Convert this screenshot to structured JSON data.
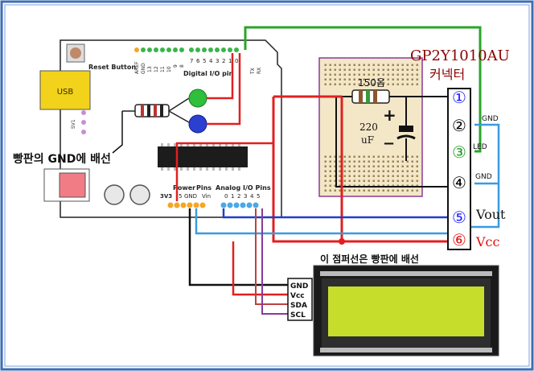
{
  "arduino": {
    "usb_label": "USB",
    "reset_label": "Reset Button",
    "digital_label": "Digital I/O pin",
    "digital_pins": [
      "AREF",
      "GND",
      "13",
      "12",
      "11",
      "10",
      "9",
      "8",
      "7",
      "6",
      "5",
      "4",
      "3",
      "2",
      "1",
      "0"
    ],
    "tx_label": "TX",
    "rx_label": "RX",
    "power_label": "Power",
    "pins_label": "Pins",
    "analog_label": "Analog I/O Pins",
    "power_pins": [
      "3V3",
      "5",
      "GND",
      "Vin"
    ],
    "analog_pins": [
      "0",
      "1",
      "2",
      "3",
      "4",
      "5"
    ],
    "sv1_label": "SV1"
  },
  "labels": {
    "gnd_to_breadboard": "빵판의 GND에 배선",
    "jumper_note": "이 점퍼선은 빵판에 배선",
    "sensor_title": "GP2Y1010AU",
    "connector": "커넥터",
    "resistor": "150옴",
    "cap_value": "220",
    "cap_unit": "uF",
    "cap_plus": "+",
    "cap_minus": "−"
  },
  "connector_pins": [
    {
      "num": "①",
      "label": "",
      "color": "#1a1aff"
    },
    {
      "num": "②",
      "label": "GND",
      "color": "#000000"
    },
    {
      "num": "③",
      "label": "LED",
      "color": "#1a9a1a"
    },
    {
      "num": "④",
      "label": "GND",
      "color": "#000000"
    },
    {
      "num": "⑤",
      "label": "Vout",
      "color": "#1a1aff"
    },
    {
      "num": "⑥",
      "label": "Vcc",
      "color": "#e01010"
    }
  ],
  "lcd_pins": [
    "GND",
    "Vcc",
    "SDA",
    "SCL"
  ],
  "colors": {
    "frame": "#3d6fb5",
    "board": "#ffffff",
    "wire_red": "#e02020",
    "wire_green": "#2aa52a",
    "wire_blue": "#1f3fc6",
    "wire_lightblue": "#3a9be0",
    "wire_black": "#111111",
    "wire_purple": "#8a3a9a",
    "lcd_screen": "#c6dd2c"
  }
}
